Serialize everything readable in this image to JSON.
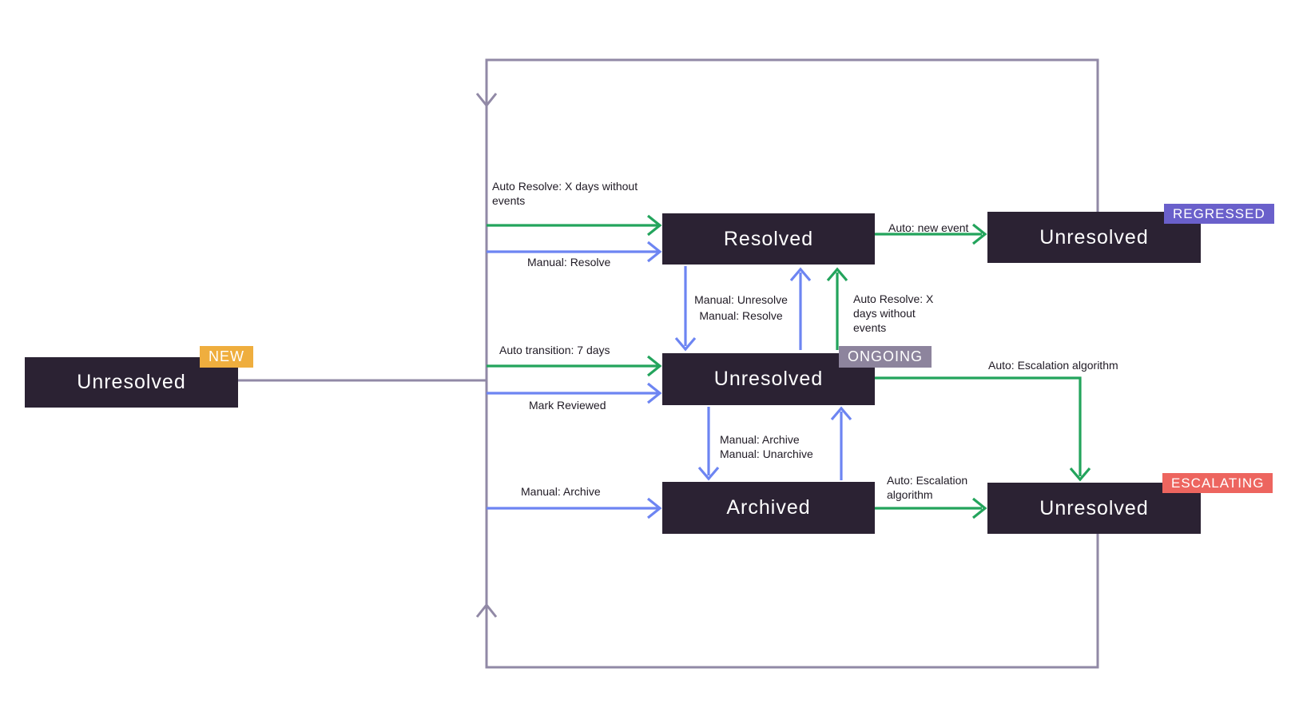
{
  "colors": {
    "background": "#ffffff",
    "box_bg": "#2b2233",
    "box_text": "#ffffff",
    "label_text": "#1f1a24",
    "loop_purple": "#9189a6",
    "arrow_green": "#23a45c",
    "arrow_blue": "#6d85f2",
    "badge_text": "#ffffff",
    "badge_new_bg": "#efae3e",
    "badge_regressed_bg": "#6a60cb",
    "badge_ongoing_bg": "#8d849d",
    "badge_escalating_bg": "#ed655f"
  },
  "states": {
    "new": {
      "label": "Unresolved",
      "badge": "NEW"
    },
    "resolved": {
      "label": "Resolved"
    },
    "regressed": {
      "label": "Unresolved",
      "badge": "REGRESSED"
    },
    "ongoing": {
      "label": "Unresolved",
      "badge": "ONGOING"
    },
    "archived": {
      "label": "Archived"
    },
    "escalating": {
      "label": "Unresolved",
      "badge": "ESCALATING"
    }
  },
  "transitions": {
    "auto_resolve_new": {
      "label": "Auto Resolve: X days without events",
      "type": "auto"
    },
    "manual_resolve_new": {
      "label": "Manual: Resolve",
      "type": "manual"
    },
    "auto_new_event": {
      "label": "Auto: new event",
      "type": "auto"
    },
    "manual_unresolve": {
      "label": "Manual: Unresolve",
      "type": "manual"
    },
    "manual_resolve_ongoing": {
      "label": "Manual: Resolve",
      "type": "manual"
    },
    "auto_resolve_ongoing": {
      "label": "Auto Resolve: X days without events",
      "type": "auto"
    },
    "auto_transition": {
      "label": "Auto transition: 7 days",
      "type": "auto"
    },
    "mark_reviewed": {
      "label": "Mark Reviewed",
      "type": "manual"
    },
    "auto_escalation_ongoing": {
      "label": "Auto: Escalation algorithm",
      "type": "auto"
    },
    "manual_archive_ongoing": {
      "label": "Manual: Archive",
      "type": "manual"
    },
    "manual_unarchive": {
      "label": "Manual: Unarchive",
      "type": "manual"
    },
    "manual_archive_new": {
      "label": "Manual: Archive",
      "type": "manual"
    },
    "auto_escalation_archived": {
      "label": "Auto: Escalation algorithm",
      "type": "auto"
    }
  }
}
